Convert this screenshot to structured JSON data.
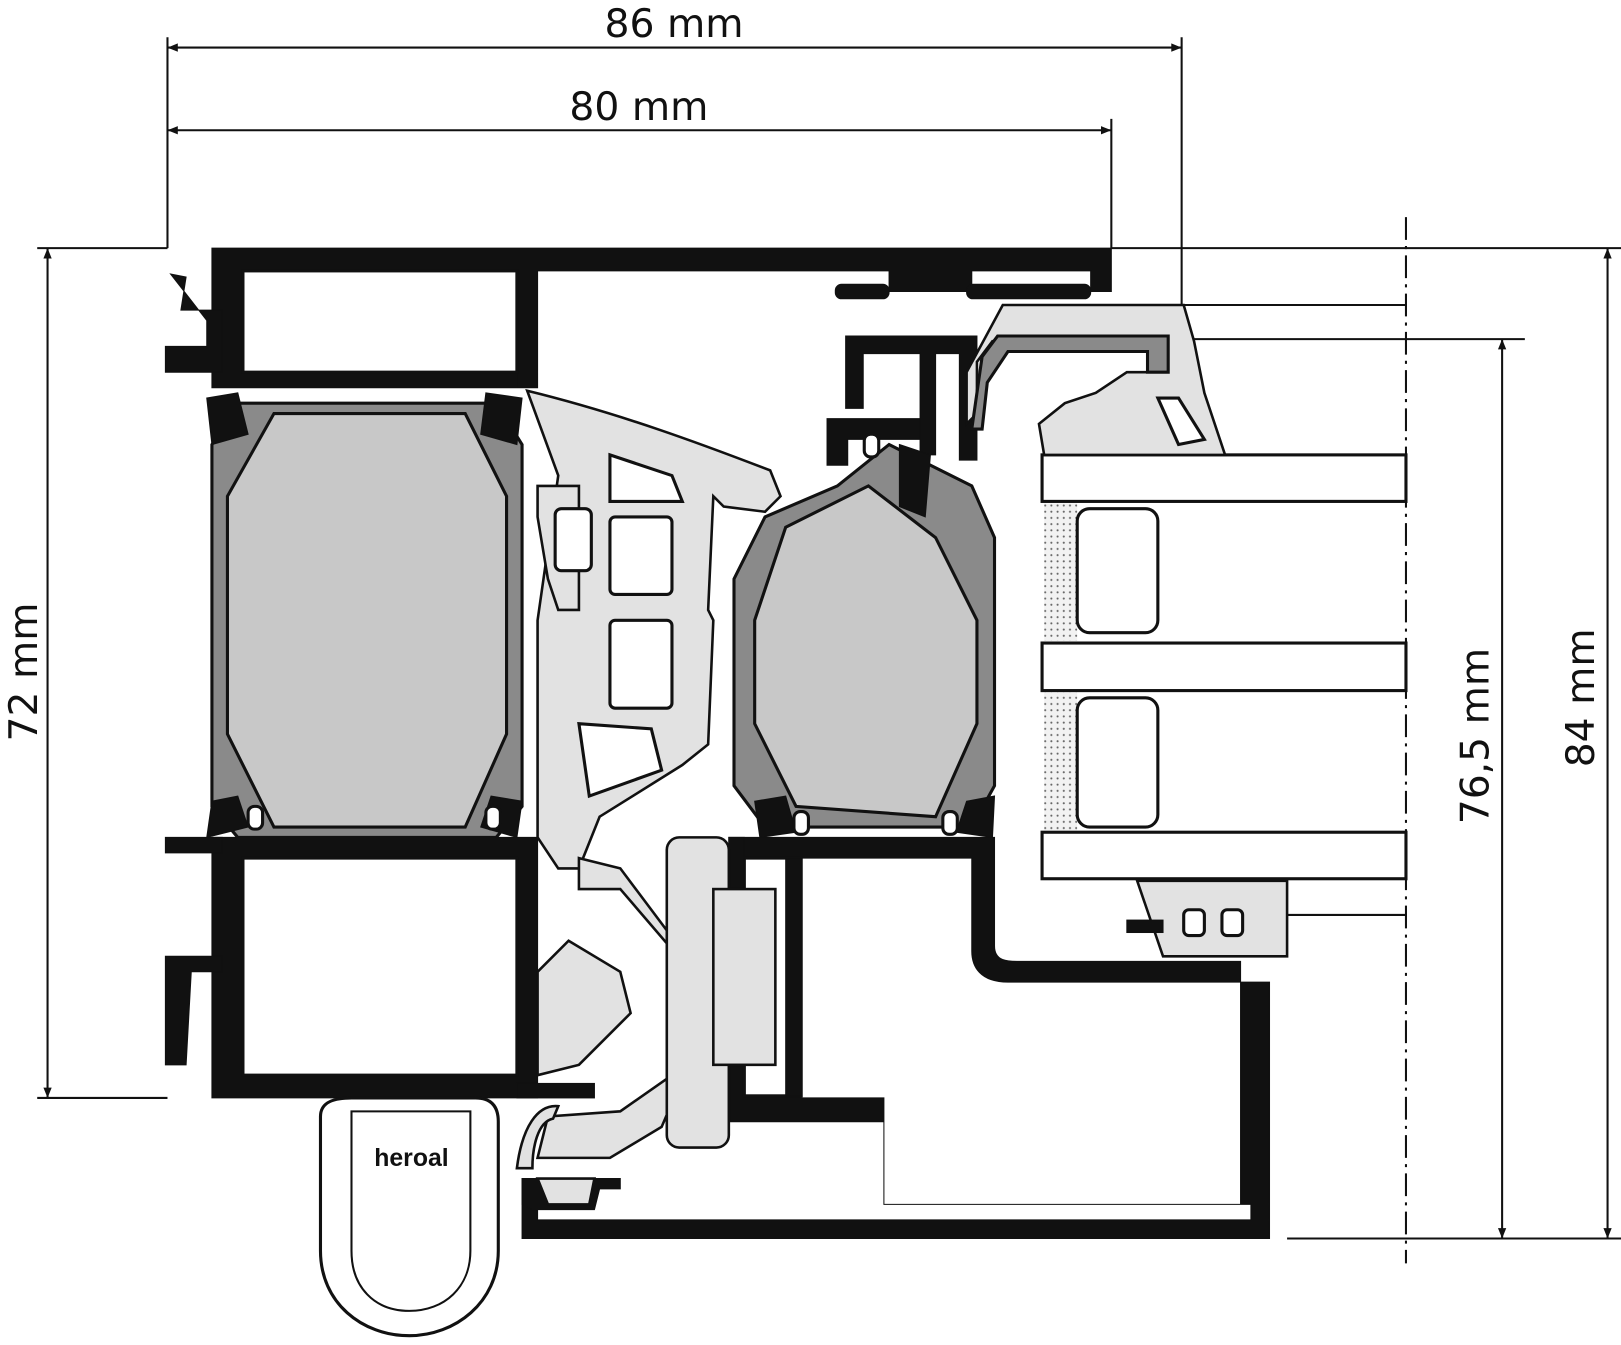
{
  "title": "Window profile cross-section",
  "dimensions": {
    "overall_width": "86 mm",
    "frame_width": "80 mm",
    "frame_height": "72 mm",
    "sash_height": "76,5 mm",
    "overall_height": "84 mm"
  },
  "logo_text": "heroal",
  "colors": {
    "profile": "#111111",
    "insulation": "#c8c8c8",
    "thermal_break": "#8a8a8a",
    "gasket": "#e2e2e2"
  }
}
